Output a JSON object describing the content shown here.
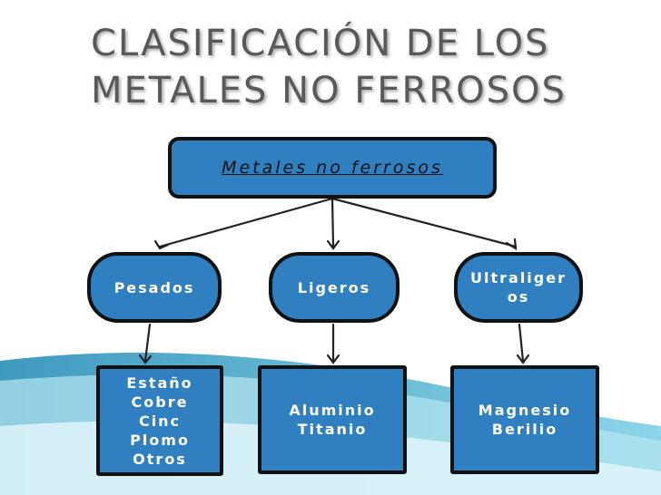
{
  "title": {
    "line1": "CLASIFICACIÓN DE LOS",
    "line2": "METALES NO FERROSOS"
  },
  "root": {
    "label": "Metales no ferrosos"
  },
  "categories": [
    {
      "label": "Pesados"
    },
    {
      "label": "Ligeros"
    },
    {
      "label_line1": "Ultraliger",
      "label_line2": "os"
    }
  ],
  "examples": {
    "pesados": [
      "Estaño",
      "Cobre",
      "Cinc",
      "Plomo",
      "Otros"
    ],
    "ligeros": [
      "Aluminio",
      "Titanio"
    ],
    "ultraligeros": [
      "Magnesio",
      "Berilio"
    ]
  },
  "colors": {
    "node_fill": "#2f7fc1",
    "node_border": "#111111",
    "title_text": "#595959",
    "wave": "#1f8fb5"
  }
}
